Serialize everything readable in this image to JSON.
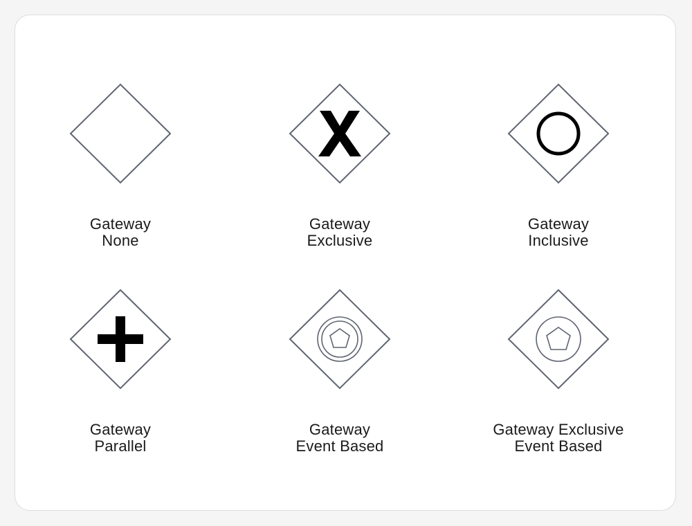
{
  "colors": {
    "background": "#f5f5f5",
    "panel": "#ffffff",
    "panel_border": "#dcdcdc",
    "diamond_stroke": "#5f6470",
    "marker_fill": "#000000",
    "text": "#1a1a1a"
  },
  "gateways": [
    {
      "line1": "Gateway",
      "line2": "None",
      "icon": "none-gateway-icon",
      "marker": "none"
    },
    {
      "line1": "Gateway",
      "line2": "Exclusive",
      "icon": "exclusive-gateway-icon",
      "marker": "x"
    },
    {
      "line1": "Gateway",
      "line2": "Inclusive",
      "icon": "inclusive-gateway-icon",
      "marker": "circle"
    },
    {
      "line1": "Gateway",
      "line2": "Parallel",
      "icon": "parallel-gateway-icon",
      "marker": "plus"
    },
    {
      "line1": "Gateway",
      "line2": "Event Based",
      "icon": "event-based-gateway-icon",
      "marker": "double-circle-pentagon"
    },
    {
      "line1": "Gateway Exclusive",
      "line2": "Event Based",
      "icon": "exclusive-event-based-gateway-icon",
      "marker": "circle-pentagon"
    }
  ]
}
